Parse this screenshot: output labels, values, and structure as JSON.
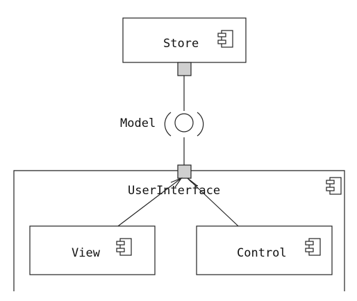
{
  "components": {
    "store": "Store",
    "user_interface": "UserInterface",
    "view": "View",
    "control": "Control"
  },
  "interface": {
    "model": "Model"
  },
  "icons": {
    "component": "uml-component-icon",
    "port": "port-square",
    "interface_socket": "required-interface-socket",
    "interface_ball": "provided-interface-ball"
  },
  "colors": {
    "stroke": "#222222",
    "port_fill": "#cfcfcf",
    "background": "#ffffff"
  }
}
